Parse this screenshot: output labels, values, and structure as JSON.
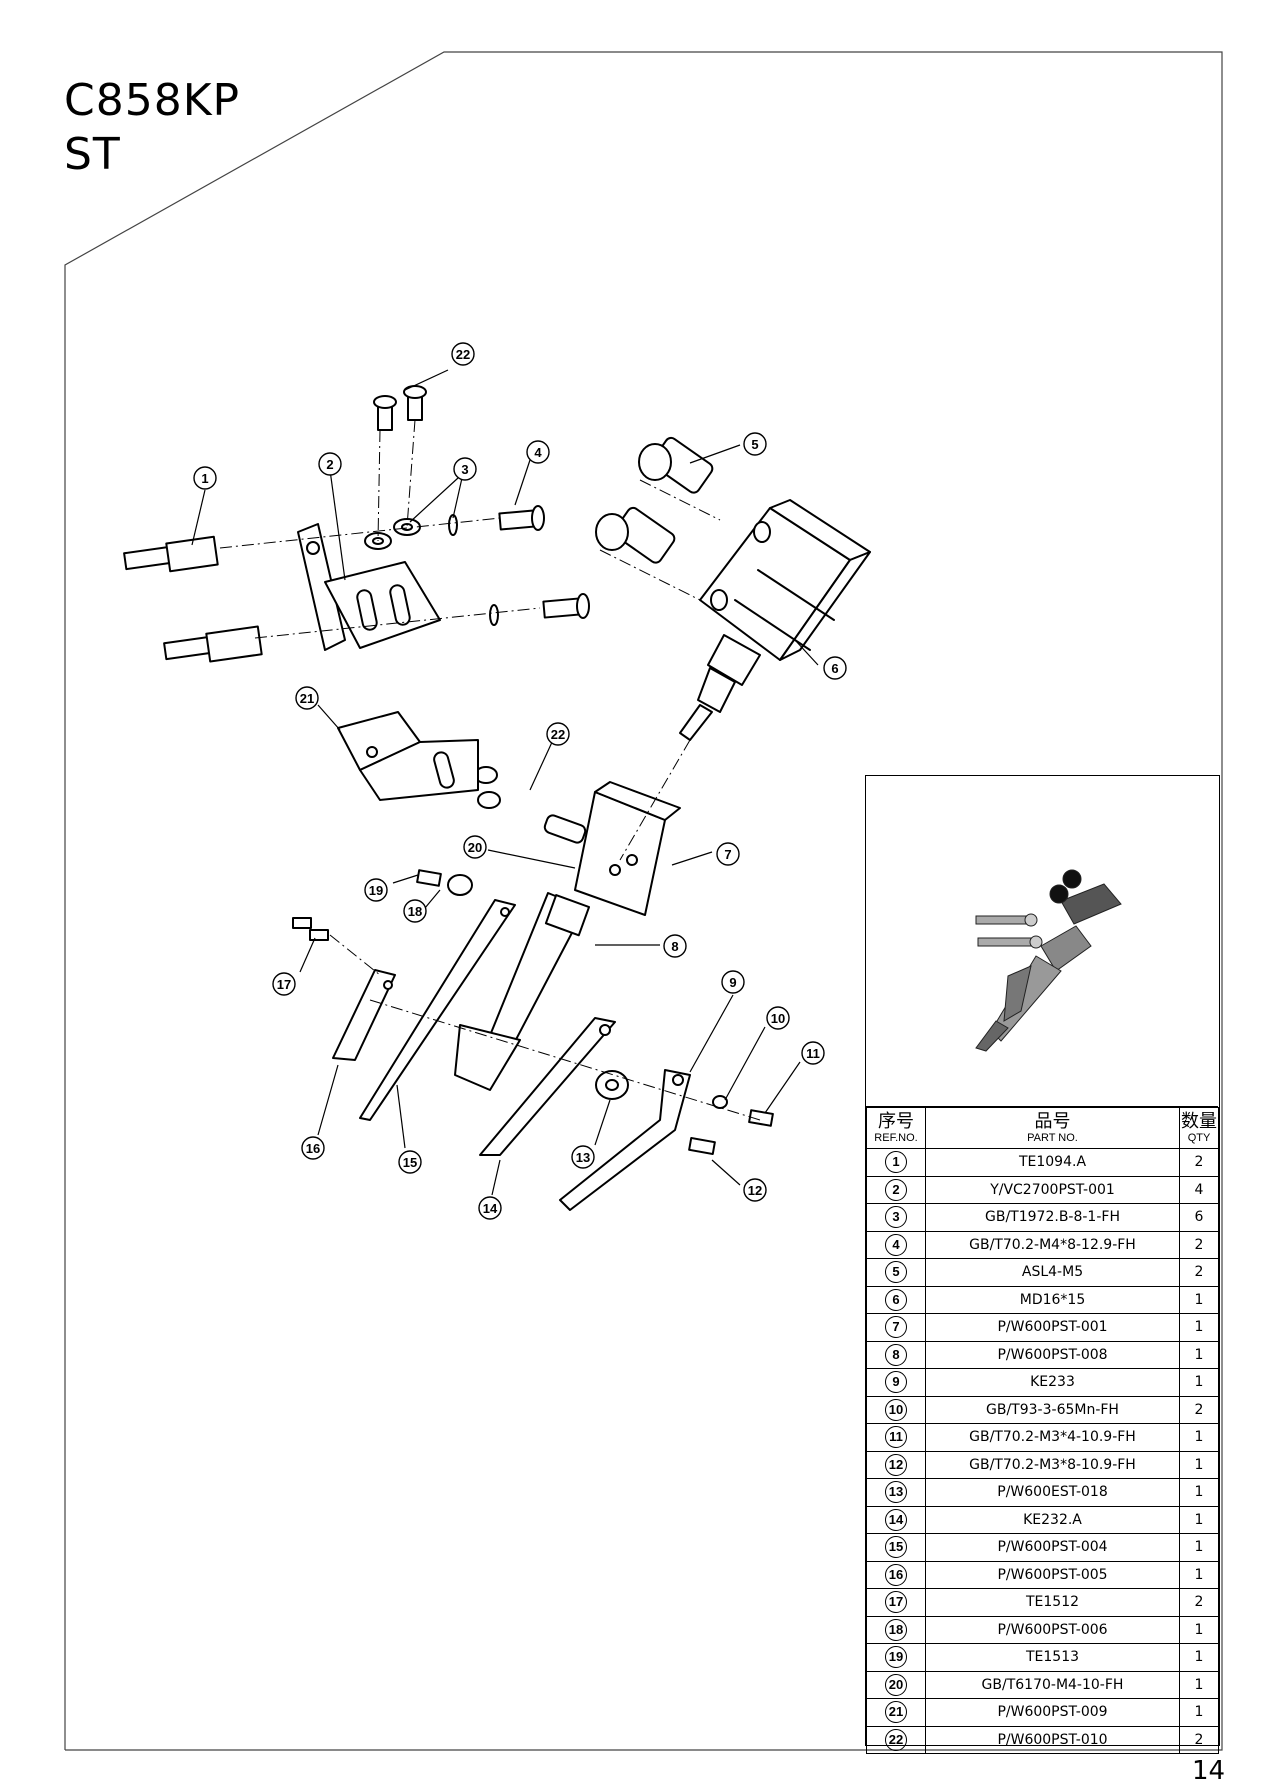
{
  "header": {
    "model": "C858KP",
    "variant": "ST"
  },
  "page_number": "14",
  "callouts": [
    "1",
    "2",
    "3",
    "4",
    "5",
    "6",
    "7",
    "8",
    "9",
    "10",
    "11",
    "12",
    "13",
    "14",
    "15",
    "16",
    "17",
    "18",
    "19",
    "20",
    "21",
    "22",
    "22"
  ],
  "parts_table": {
    "header_cn": [
      "序号",
      "品号",
      "数量"
    ],
    "header_en": [
      "REF.NO.",
      "PART NO.",
      "QTY"
    ],
    "rows": [
      {
        "ref": "1",
        "part": "TE1094.A",
        "qty": "2"
      },
      {
        "ref": "2",
        "part": "Y/VC2700PST-001",
        "qty": "4"
      },
      {
        "ref": "3",
        "part": "GB/T1972.B-8-1-FH",
        "qty": "6"
      },
      {
        "ref": "4",
        "part": "GB/T70.2-M4*8-12.9-FH",
        "qty": "2"
      },
      {
        "ref": "5",
        "part": "ASL4-M5",
        "qty": "2"
      },
      {
        "ref": "6",
        "part": "MD16*15",
        "qty": "1"
      },
      {
        "ref": "7",
        "part": "P/W600PST-001",
        "qty": "1"
      },
      {
        "ref": "8",
        "part": "P/W600PST-008",
        "qty": "1"
      },
      {
        "ref": "9",
        "part": "KE233",
        "qty": "1"
      },
      {
        "ref": "10",
        "part": "GB/T93-3-65Mn-FH",
        "qty": "2"
      },
      {
        "ref": "11",
        "part": "GB/T70.2-M3*4-10.9-FH",
        "qty": "1"
      },
      {
        "ref": "12",
        "part": "GB/T70.2-M3*8-10.9-FH",
        "qty": "1"
      },
      {
        "ref": "13",
        "part": "P/W600EST-018",
        "qty": "1"
      },
      {
        "ref": "14",
        "part": "KE232.A",
        "qty": "1"
      },
      {
        "ref": "15",
        "part": "P/W600PST-004",
        "qty": "1"
      },
      {
        "ref": "16",
        "part": "P/W600PST-005",
        "qty": "1"
      },
      {
        "ref": "17",
        "part": "TE1512",
        "qty": "2"
      },
      {
        "ref": "18",
        "part": "P/W600PST-006",
        "qty": "1"
      },
      {
        "ref": "19",
        "part": "TE1513",
        "qty": "1"
      },
      {
        "ref": "20",
        "part": "GB/T6170-M4-10-FH",
        "qty": "1"
      },
      {
        "ref": "21",
        "part": "P/W600PST-009",
        "qty": "1"
      },
      {
        "ref": "22",
        "part": "P/W600PST-010",
        "qty": "2"
      }
    ]
  }
}
